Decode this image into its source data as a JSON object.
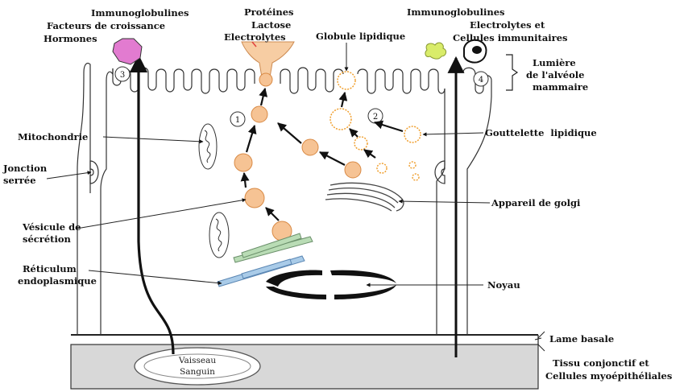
{
  "labels": {
    "top_left": {
      "immunoglobulines": "Immunoglobulines",
      "facteurs": "Facteurs de croissance",
      "hormones": "Hormones"
    },
    "top_center": {
      "proteines": "Protéines",
      "lactose": "Lactose",
      "electrolytes": "Electrolytes"
    },
    "globule_lipidique": "Globule lipidique",
    "top_right": {
      "immunoglobulines": "Immunoglobulines",
      "electrolytes_et": "Electrolytes et",
      "cellules_immunitaires": "Cellules immunitaires"
    },
    "lumiere": [
      "Lumière",
      "de l'alvéole",
      "mammaire"
    ],
    "mitochondrie": "Mitochondrie",
    "jonction": [
      "Jonction",
      "serrée"
    ],
    "gouttelette": "Gouttelette  lipidique",
    "appareil_golgi": "Appareil de golgi",
    "vesicule": [
      "Vésicule de",
      "sécrétion"
    ],
    "reticulum": [
      "Réticulum",
      "endoplasmique"
    ],
    "noyau": "Noyau",
    "lame_basale": "Lame basale",
    "tissu": [
      "Tissu conjonctif et",
      "Cellules myoépithéliales"
    ],
    "vaisseau": [
      "Vaisseau",
      "Sanguin"
    ]
  },
  "pathway_numbers": [
    "1",
    "2",
    "3",
    "4"
  ],
  "colors": {
    "vesicle_fill": "#f6c394",
    "vesicle_stroke": "#d98a45",
    "lipid_stroke": "#f0a030",
    "hormone_fill": "#e27bd0",
    "reticulum_green": "#b9dcb5",
    "reticulum_blue": "#a9cbe8",
    "connective_tissue": "#d8d8d8",
    "cone_fill": "#f7cda3",
    "immune_cell_fill": "#d9ec6a"
  }
}
